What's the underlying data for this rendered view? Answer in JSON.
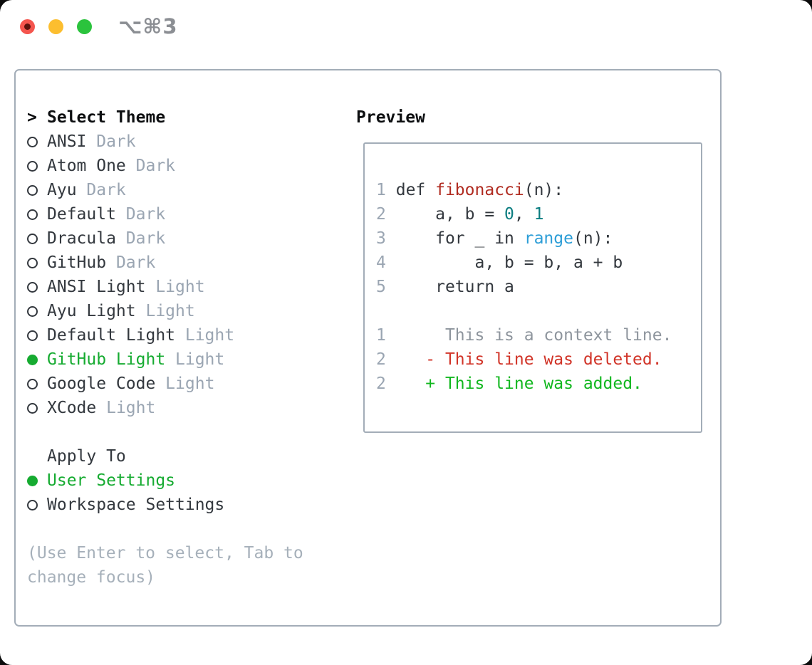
{
  "colors": {
    "green": "#16ab31",
    "border-gray": "#a3adb8",
    "text": "#33383e",
    "heading": "#0d0f11",
    "muted": "#9aa5b2",
    "hint": "#a6b0ba",
    "title-gray": "#8b8e93",
    "light-red": "#f4554e",
    "light-red-dot": "#5c120d",
    "light-yellow": "#fcbe2f",
    "light-green": "#2bc33d",
    "code": "#33383e",
    "func": "#b02b20",
    "tnum": "#0b7d80",
    "builtin": "#2d9ed7",
    "context": "#8e959d",
    "deleted": "#d13428",
    "added": "#12b71f"
  },
  "window": {
    "title": "⌥⌘3",
    "traffic_lights": [
      "close",
      "minimize",
      "zoom"
    ]
  },
  "theme_picker": {
    "header_prefix": ">",
    "header": "Select Theme",
    "themes": [
      {
        "name": "ANSI",
        "variant": "Dark",
        "selected": false
      },
      {
        "name": "Atom One",
        "variant": "Dark",
        "selected": false
      },
      {
        "name": "Ayu",
        "variant": "Dark",
        "selected": false
      },
      {
        "name": "Default",
        "variant": "Dark",
        "selected": false
      },
      {
        "name": "Dracula",
        "variant": "Dark",
        "selected": false
      },
      {
        "name": "GitHub",
        "variant": "Dark",
        "selected": false
      },
      {
        "name": "ANSI Light",
        "variant": "Light",
        "selected": false
      },
      {
        "name": "Ayu Light",
        "variant": "Light",
        "selected": false
      },
      {
        "name": "Default Light",
        "variant": "Light",
        "selected": false
      },
      {
        "name": "GitHub Light",
        "variant": "Light",
        "selected": true
      },
      {
        "name": "Google Code",
        "variant": "Light",
        "selected": false
      },
      {
        "name": "XCode",
        "variant": "Light",
        "selected": false
      }
    ],
    "apply_to": {
      "header": "Apply To",
      "options": [
        {
          "label": "User Settings",
          "selected": true
        },
        {
          "label": "Workspace Settings",
          "selected": false
        }
      ]
    },
    "hint_lines": [
      "(Use Enter to select, Tab to",
      "change focus)"
    ]
  },
  "preview": {
    "header": "Preview",
    "lines": [
      {
        "num": "1",
        "segments": [
          {
            "text": "def ",
            "color": "code"
          },
          {
            "text": "fibonacci",
            "color": "func"
          },
          {
            "text": "(n):",
            "color": "code"
          }
        ]
      },
      {
        "num": "2",
        "segments": [
          {
            "text": "    a, b = ",
            "color": "code"
          },
          {
            "text": "0",
            "color": "tnum"
          },
          {
            "text": ", ",
            "color": "code"
          },
          {
            "text": "1",
            "color": "tnum"
          }
        ]
      },
      {
        "num": "3",
        "segments": [
          {
            "text": "    for _ in ",
            "color": "code"
          },
          {
            "text": "range",
            "color": "builtin"
          },
          {
            "text": "(n):",
            "color": "code"
          }
        ]
      },
      {
        "num": "4",
        "segments": [
          {
            "text": "        a, b = b, a + b",
            "color": "code"
          }
        ]
      },
      {
        "num": "5",
        "segments": [
          {
            "text": "    return a",
            "color": "code"
          }
        ]
      },
      {
        "num": "",
        "segments": []
      },
      {
        "num": "1",
        "segments": [
          {
            "text": "     This is a context line.",
            "color": "context"
          }
        ]
      },
      {
        "num": "2",
        "segments": [
          {
            "text": "   - This line was deleted.",
            "color": "deleted"
          }
        ]
      },
      {
        "num": "2",
        "segments": [
          {
            "text": "   + This line was added.",
            "color": "added"
          }
        ]
      }
    ]
  }
}
